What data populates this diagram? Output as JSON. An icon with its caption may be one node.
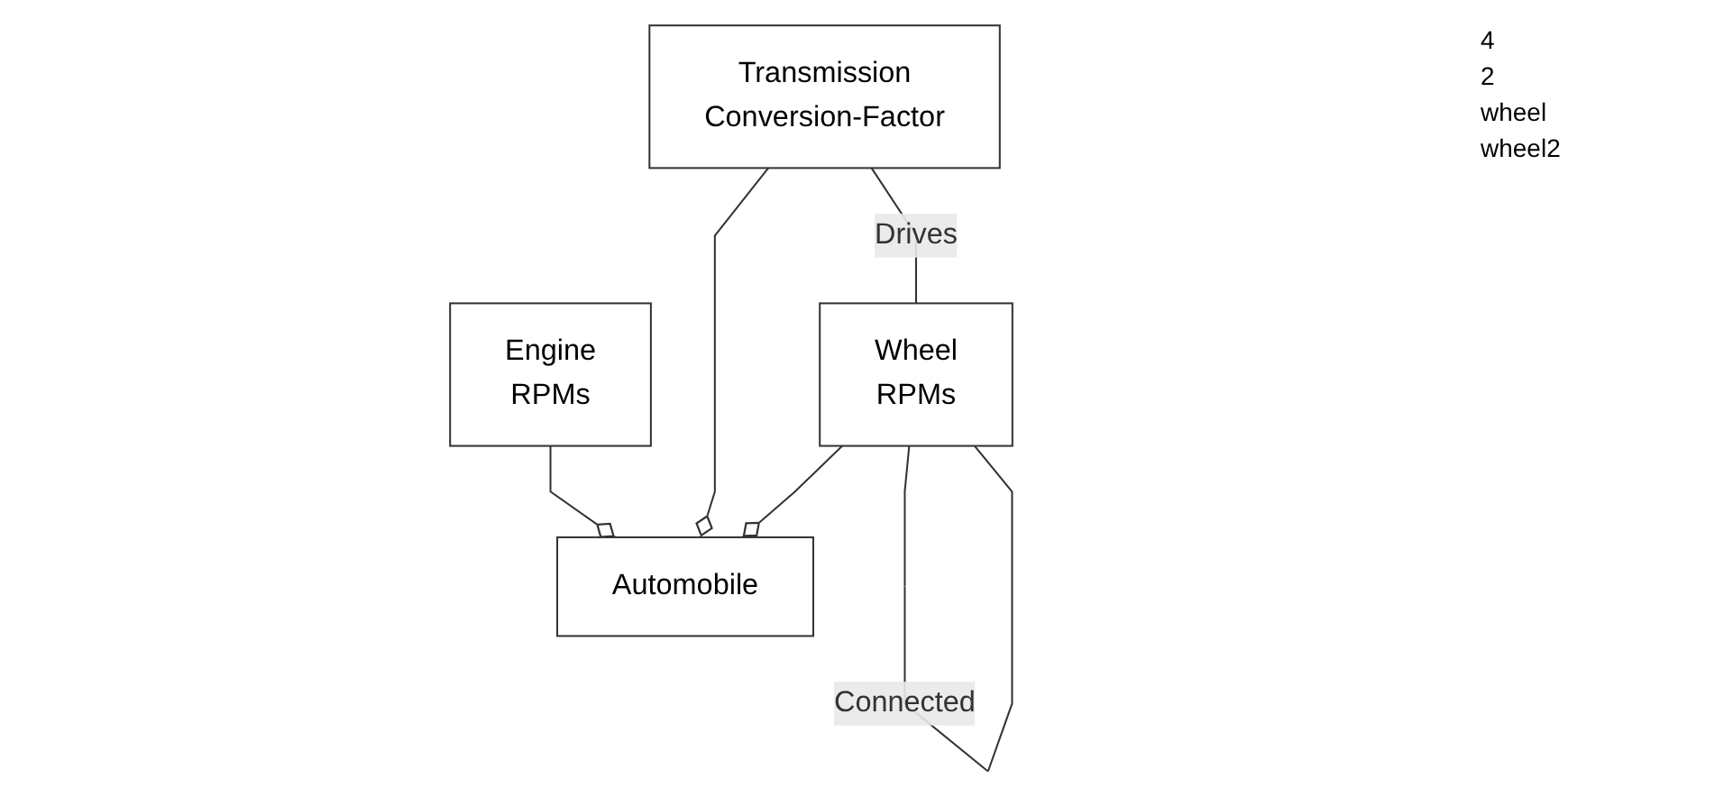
{
  "diagram": {
    "nodes": [
      {
        "text": [
          "Automobile"
        ]
      },
      {
        "text": [
          "Engine",
          "RPMs"
        ]
      },
      {
        "text": [
          "Transmission",
          "Conversion-Factor"
        ]
      },
      {
        "text": [
          "Wheel",
          "RPMs"
        ]
      }
    ],
    "edges": [
      {
        "from": 0,
        "to": 1,
        "arrow": "other"
      },
      {
        "from": 0,
        "to": 2,
        "arrow": "other"
      },
      {
        "from": 0,
        "to": 3,
        "arrow": "other"
      },
      {
        "from": 2,
        "to": 3,
        "arrow": "none",
        "label": "Drives"
      },
      {
        "from": 3,
        "to": 3,
        "arrow": "none",
        "label": "Connected"
      }
    ],
    "labels": [
      "4",
      "2",
      "wheel",
      "wheel2"
    ]
  }
}
